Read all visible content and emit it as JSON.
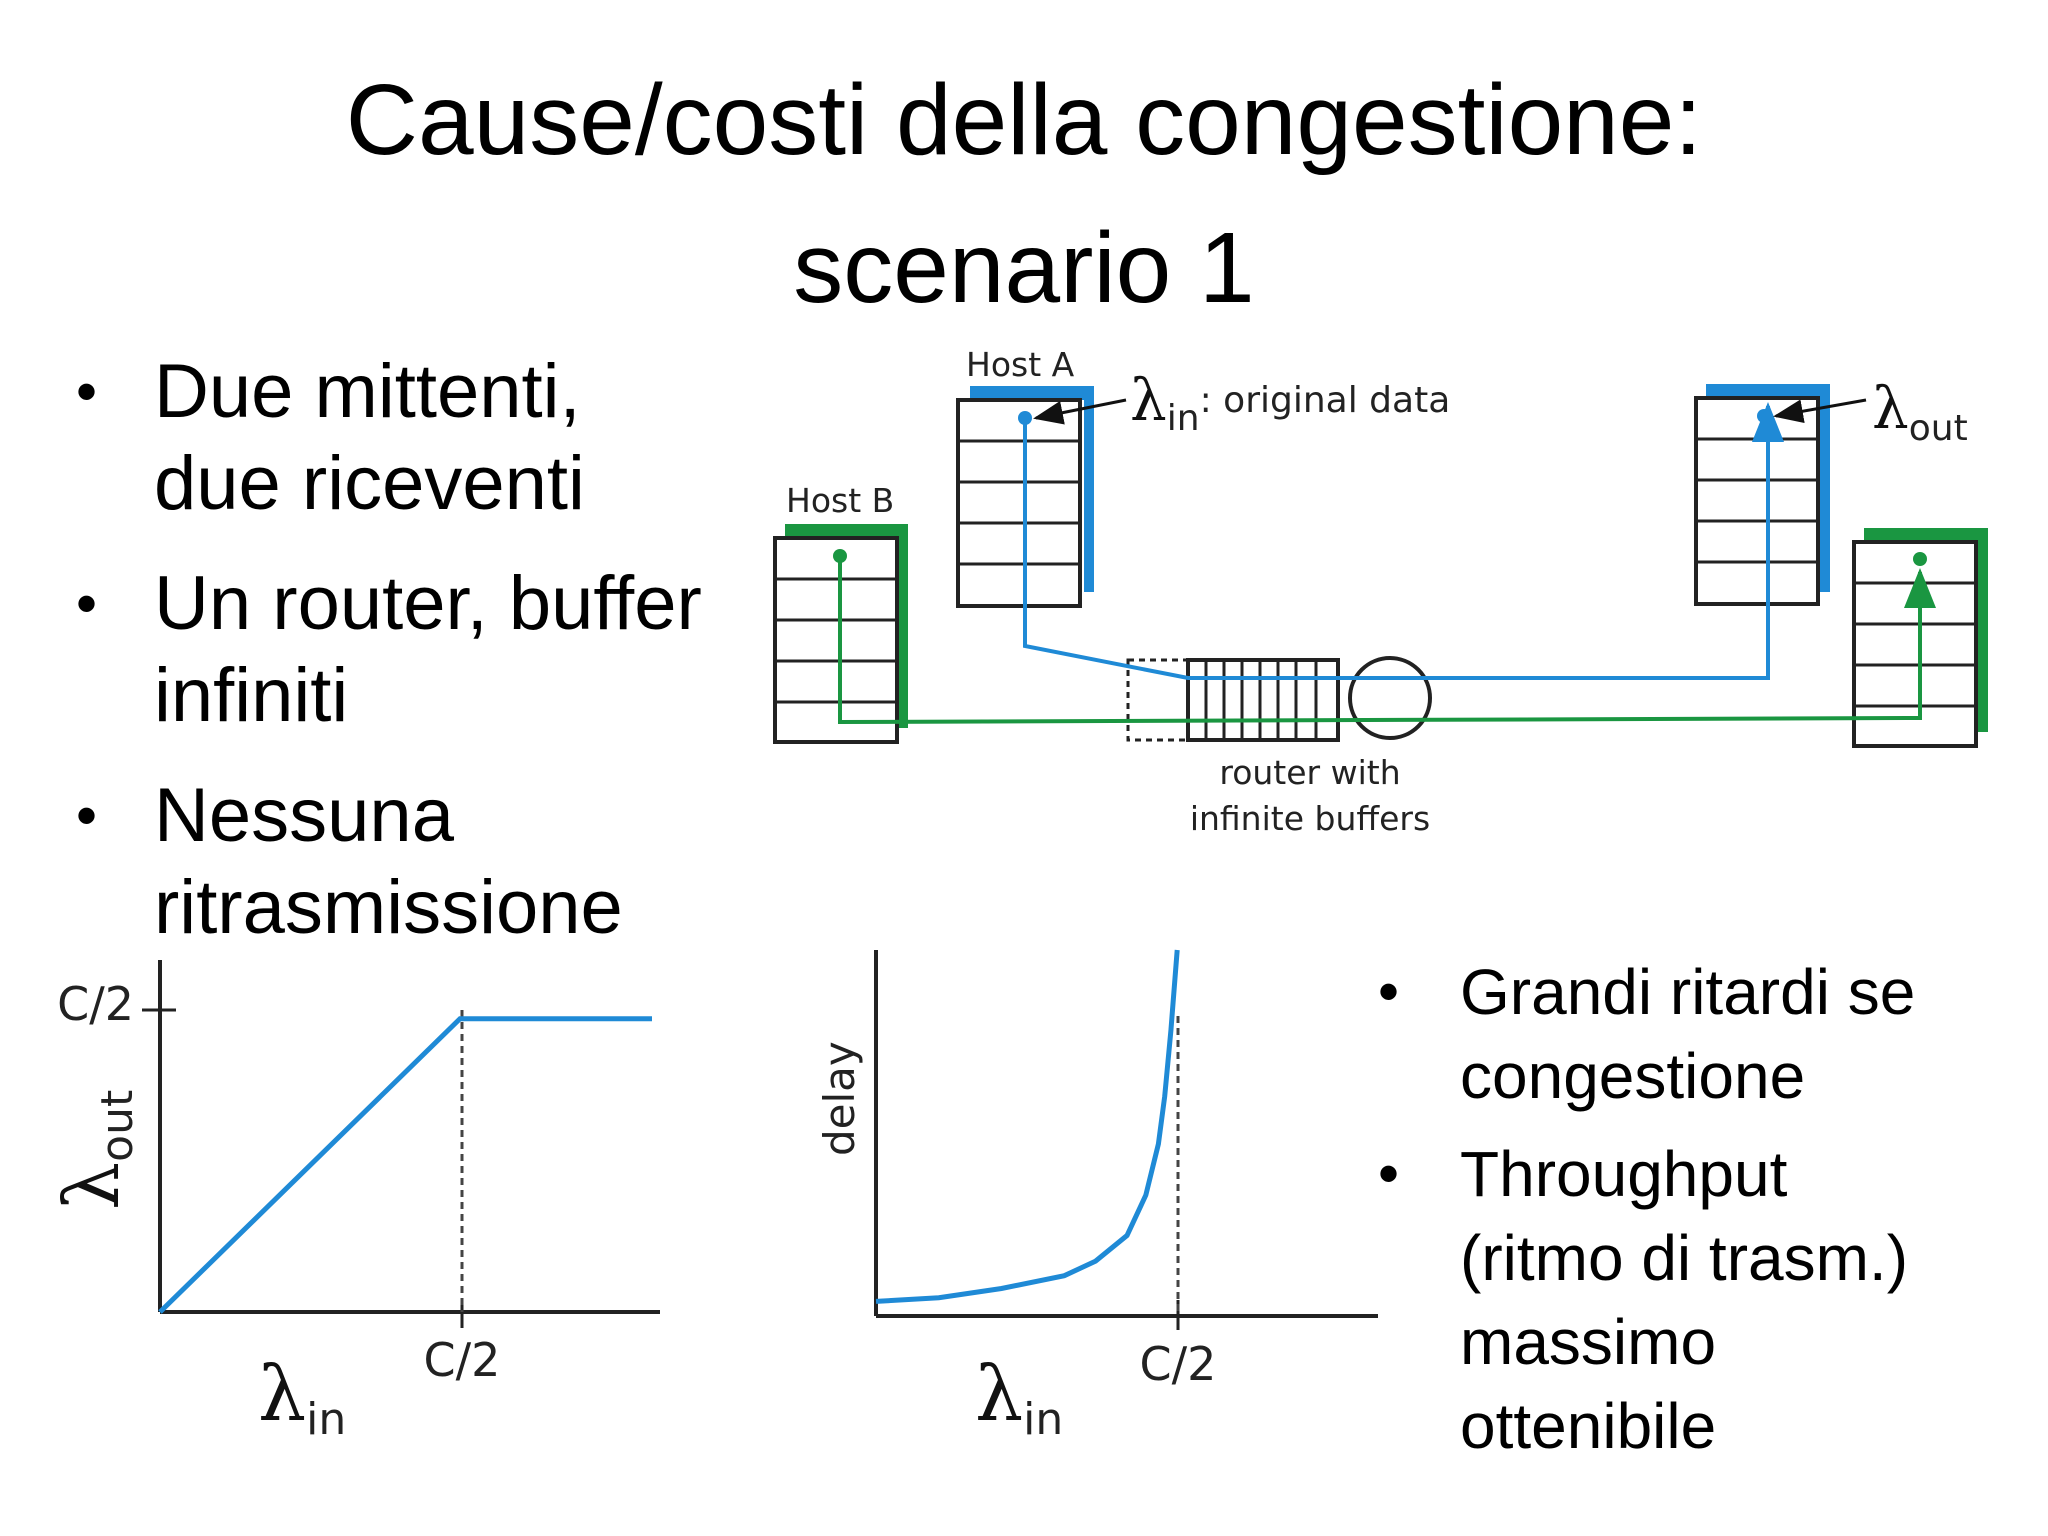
{
  "title": {
    "line1": "Cause/costi della congestione:",
    "line2": "scenario 1"
  },
  "left_bullets": [
    {
      "line1": "Due mittenti,",
      "line2": "due riceventi"
    },
    {
      "line1": "Un router, buffer",
      "line2": "infiniti"
    },
    {
      "line1": "Nessuna",
      "line2": "ritrasmissione"
    }
  ],
  "right_bullets": [
    {
      "lines": [
        "Grandi ritardi se",
        "congestione"
      ]
    },
    {
      "lines": [
        "Throughput",
        "(ritmo di trasm.)",
        "massimo",
        "ottenibile"
      ]
    }
  ],
  "bullet_char": "•",
  "diagram": {
    "host_a": "Host A",
    "host_b": "Host B",
    "lambda": "λ",
    "lambda_in_sub": "in",
    "lambda_in_suffix": ": original data",
    "lambda_out_sub": "out",
    "router_line1": "router with",
    "router_line2": "infinite buffers",
    "colors": {
      "host_a": "#1f8ad6",
      "host_b": "#1a9641"
    }
  },
  "chart_data": [
    {
      "type": "line",
      "x_label_symbol": "λ",
      "x_label_sub": "in",
      "y_label_symbol": "λ",
      "y_label_sub": "out",
      "x_tick": "C/2",
      "y_tick": "C/2",
      "series": [
        {
          "x": [
            0,
            0.5,
            0.82
          ],
          "y": [
            0,
            0.5,
            0.5
          ]
        }
      ],
      "xlim": [
        0,
        0.82
      ],
      "ylim": [
        0,
        0.6
      ],
      "color": "#1f8ad6"
    },
    {
      "type": "line",
      "x_label_symbol": "λ",
      "x_label_sub": "in",
      "y_label": "delay",
      "x_tick": "C/2",
      "series": [
        {
          "x": [
            0,
            0.1,
            0.2,
            0.3,
            0.35,
            0.4,
            0.43,
            0.45,
            0.46,
            0.47,
            0.48
          ],
          "y": [
            0.04,
            0.05,
            0.075,
            0.11,
            0.15,
            0.22,
            0.33,
            0.47,
            0.6,
            0.78,
            1.0
          ]
        }
      ],
      "xlim": [
        0,
        0.8
      ],
      "ylim": [
        0,
        1.0
      ],
      "color": "#1f8ad6"
    }
  ]
}
